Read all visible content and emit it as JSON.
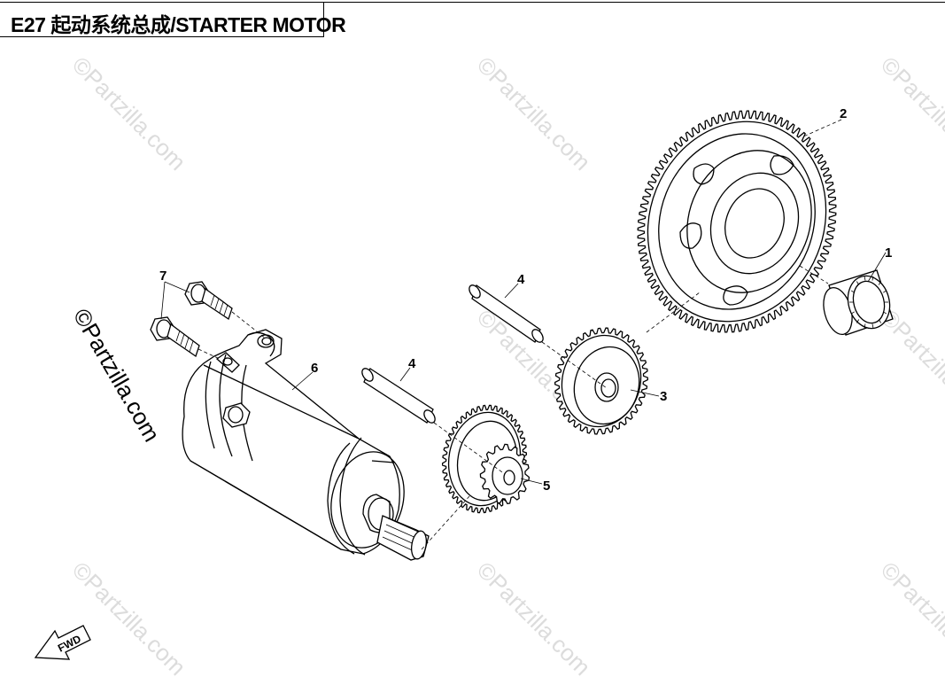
{
  "title": "E27 起动系统总成/STARTER MOTOR",
  "watermark": "©Partzilla.com",
  "fwd_label": "FWD",
  "callouts": [
    {
      "id": "1",
      "part": "needle-bearing"
    },
    {
      "id": "2",
      "part": "starter-driven-gear"
    },
    {
      "id": "3",
      "part": "idle-gear"
    },
    {
      "id": "4",
      "part": "shaft"
    },
    {
      "id": "4",
      "part": "shaft"
    },
    {
      "id": "5",
      "part": "reduction-gear"
    },
    {
      "id": "6",
      "part": "starter-motor"
    },
    {
      "id": "7",
      "part": "bolt"
    }
  ]
}
